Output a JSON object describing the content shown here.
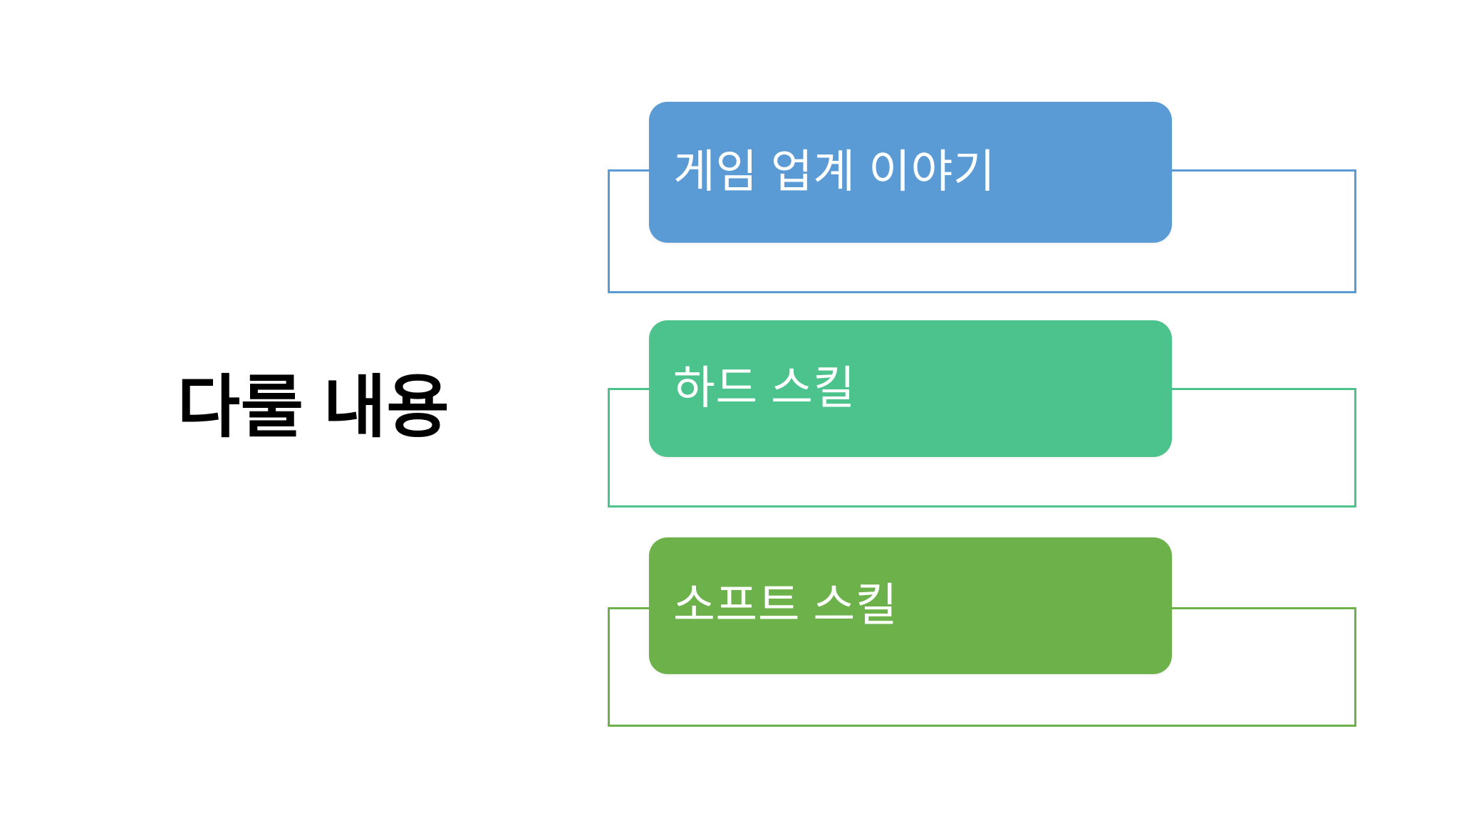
{
  "slide": {
    "background_color": "#ffffff",
    "title": "다룰 내용",
    "title_color": "#000000"
  },
  "items": [
    {
      "label": "게임 업계 이야기",
      "fill_color": "#5B9BD5",
      "outline_color": "#5B9BD5",
      "text_color": "#FFFFFF"
    },
    {
      "label": "하드 스킬",
      "fill_color": "#4CC28D",
      "outline_color": "#4CC28D",
      "text_color": "#FFFFFF"
    },
    {
      "label": "소프트 스킬",
      "fill_color": "#6CB14A",
      "outline_color": "#6CB14A",
      "text_color": "#FFFFFF"
    }
  ]
}
